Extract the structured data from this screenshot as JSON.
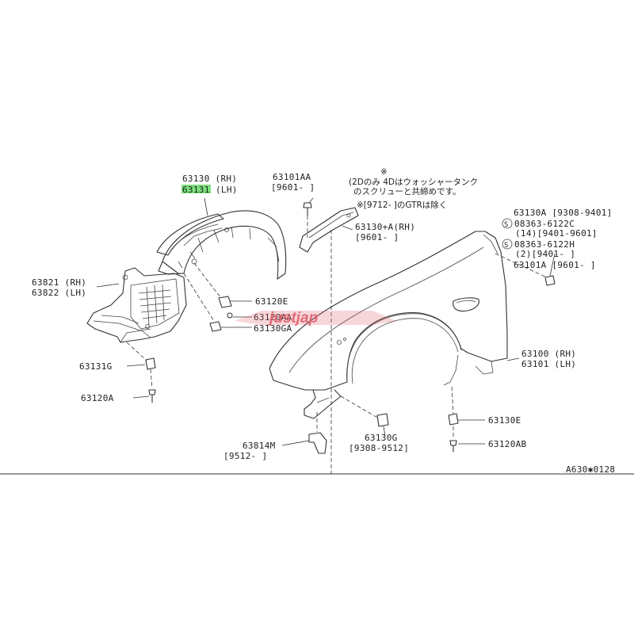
{
  "labels": {
    "p63130_rh": "63130 (RH)",
    "p63131_lh": "63131",
    "p63131_lh_suffix": "(LH)",
    "p63101aa": "63101AA",
    "p63101aa_date": "[9601-    ]",
    "note_line1": "(2Dのみ 4Dはウォッシャータンク",
    "note_line2": "のスクリューと共締めです。",
    "note_mark": "※",
    "note_gtr": "※[9712-        ]のGTRは除く",
    "p63130a_plus": "63130+A(RH)",
    "p63130a_plus_date": "[9601-      ]",
    "p63130a": "63130A [9308-9401]",
    "s1_code": "08363-6122C",
    "s1_date": "(14)[9401-9601]",
    "s2_code": "08363-6122H",
    "s2_date": "(2)[9401-      ]",
    "p63101a": "63101A [9601-      ]",
    "p63821": "63821 (RH)",
    "p63822": "63822 (LH)",
    "p63120e": "63120E",
    "p63120aa": "63120AA",
    "p63130ga": "63130GA",
    "p63131g": "63131G",
    "p63120a": "63120A",
    "p63100": "63100 (RH)",
    "p63101": "63101  (LH)",
    "p63130e": "63130E",
    "p63120ab": "63120AB",
    "p63814m": "63814M",
    "p63814m_date": "[9512-      ]",
    "p63130g": "63130G",
    "p63130g_date": "[9308-9512]",
    "fig_code": "A630✱0128",
    "s_symbol": "S"
  },
  "watermark": "justjap",
  "colors": {
    "highlight": "#7be07b",
    "watermark": "#e05a67",
    "line": "#333333"
  }
}
